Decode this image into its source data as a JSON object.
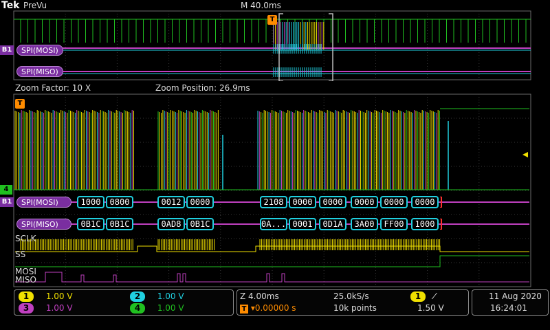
{
  "header": {
    "brand": "Tek",
    "mode": "PreVu",
    "timebase": "M 40.0ms"
  },
  "zoom": {
    "factor_label": "Zoom Factor: 10 X",
    "position_label": "Zoom Position: 26.9ms"
  },
  "markers": {
    "trigger": "T",
    "bus_b1": "B1",
    "ch4": "4"
  },
  "overview": {
    "mosi_label": "SPI(MOSI)",
    "miso_label": "SPI(MISO)"
  },
  "zoomed": {
    "mosi_label": "SPI(MOSI)",
    "miso_label": "SPI(MISO)",
    "mosi_packets": [
      "1000",
      "0800",
      "0012",
      "0000",
      "2108",
      "0000",
      "0000",
      "0000",
      "0000",
      "0000"
    ],
    "miso_packets": [
      "0B1C",
      "0B1C",
      "0AD8",
      "0B1C",
      "0A...",
      "0001",
      "0D1A",
      "3A00",
      "FF00",
      "1000"
    ],
    "signal_labels": {
      "sclk": "SCLK",
      "ss": "SS",
      "mosi": "MOSI",
      "miso": "MISO"
    }
  },
  "channels": [
    {
      "num": "1",
      "value": "1.00 V",
      "color": "#f0e000"
    },
    {
      "num": "3",
      "value": "1.00 V",
      "color": "#c040c0"
    },
    {
      "num": "2",
      "value": "1.00 V",
      "color": "#20d0e0"
    },
    {
      "num": "4",
      "value": "1.00 V",
      "color": "#20c020"
    }
  ],
  "acquisition": {
    "zoom_time": "Z 4.00ms",
    "trigger_time": "▾0.00000 s",
    "sample_rate": "25.0kS/s",
    "record_length": "10k points",
    "trigger_channel": "1",
    "trigger_slope": "⁄",
    "trigger_level": "1.50 V"
  },
  "datetime": {
    "date": "11 Aug 2020",
    "time": "16:24:01"
  },
  "colors": {
    "ch1": "#f0e000",
    "ch2": "#20d0e0",
    "ch3": "#c040c0",
    "ch4": "#20c020",
    "bus": "#7a2ea0",
    "packet_border": "#20d0e0",
    "trigger": "#ff8c00"
  }
}
